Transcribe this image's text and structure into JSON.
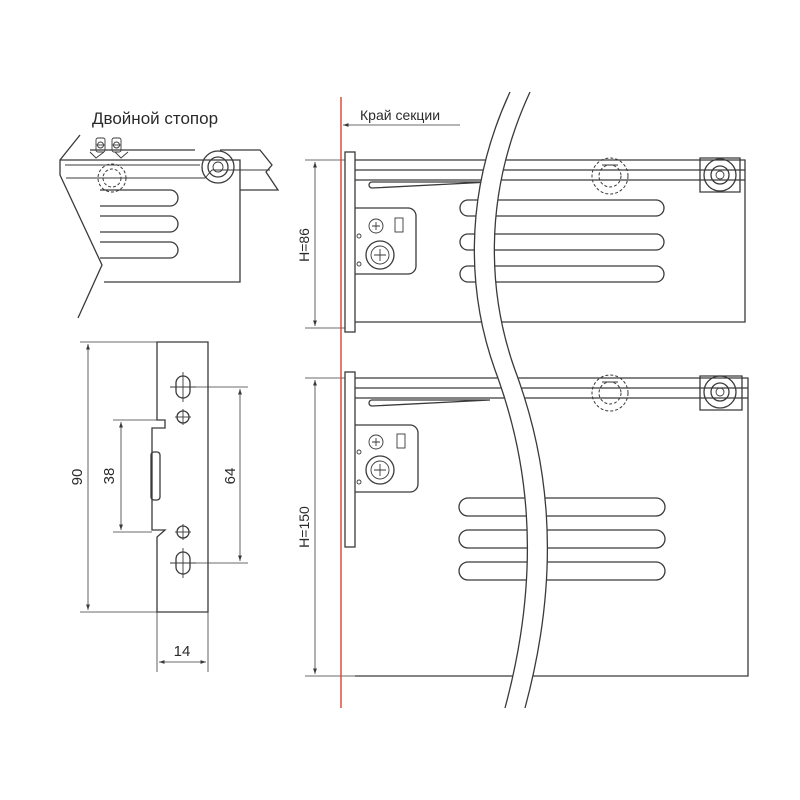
{
  "labels": {
    "double_stop": "Двойной стопор",
    "section_edge": "Край секции",
    "height_small": "H=86",
    "height_large": "H=150"
  },
  "bracket_dimensions": {
    "overall_height": "90",
    "slot_height": "38",
    "hole_spacing": "64",
    "width": "14"
  },
  "colors": {
    "line": "#3a3a3a",
    "section_edge": "#d9452f",
    "background": "#ffffff"
  }
}
